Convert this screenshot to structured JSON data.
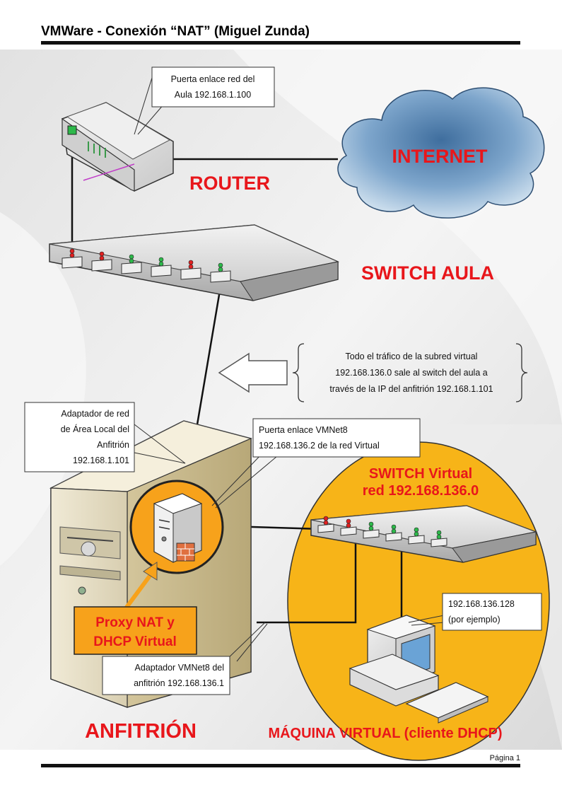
{
  "page": {
    "title": "VMWare - Conexión “NAT”  (Miguel Zunda)",
    "footer": "Página 1"
  },
  "labels": {
    "internet": "INTERNET",
    "router": "ROUTER",
    "switch_aula": "SWITCH AULA",
    "switch_virtual_line1": "SWITCH Virtual",
    "switch_virtual_line2": "red 192.168.136.0",
    "anfitrion": "ANFITRIÓN",
    "maquina_virtual": "MÁQUINA VIRTUAL (cliente DHCP)"
  },
  "callouts": {
    "gateway_aula": [
      "Puerta enlace red del",
      "Aula 192.168.1.100"
    ],
    "traffic_note": [
      "Todo el tráfico de la subred virtual",
      "192.168.136.0 sale al switch del aula a",
      "través de la IP del anfitrión 192.168.1.101"
    ],
    "host_adapter": [
      "Adaptador de red",
      "de Área Local del",
      "Anfitrión",
      "192.168.1.101"
    ],
    "gateway_vmnet8": [
      "Puerta enlace VMNet8",
      "192.168.136.2  de la red Virtual"
    ],
    "vm_ip": [
      "192.168.136.128",
      "(por ejemplo)"
    ],
    "vmnet8_adapter": [
      "Adaptador VMNet8 del",
      "anfitrión 192.168.136.1"
    ]
  },
  "proxy": {
    "line1": "Proxy NAT y",
    "line2": "DHCP Virtual"
  },
  "colors": {
    "red_label": "#e8161b",
    "orange_zone": "#f7b418",
    "proxy_box": "#f7a21b",
    "cloud": "#7ea6cc"
  },
  "switch_aula_leds": [
    "red",
    "red",
    "green",
    "green",
    "red",
    "green"
  ],
  "switch_virtual_leds": [
    "red",
    "red",
    "green",
    "green",
    "green",
    "green"
  ]
}
